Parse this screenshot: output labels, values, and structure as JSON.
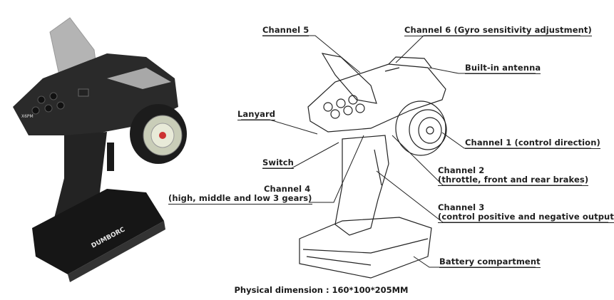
{
  "labels": {
    "channel5": "Channel 5",
    "channel6": "Channel 6 (Gyro sensitivity adjustment)",
    "antenna": "Built-in antenna",
    "lanyard": "Lanyard",
    "switch": "Switch",
    "channel4_title": "Channel 4",
    "channel4_desc": "(high, middle and low 3 gears)",
    "channel1": "Channel 1 (control direction)",
    "channel2_title": "Channel 2",
    "channel2_desc": "(throttle, front and rear brakes)",
    "channel3_title": "Channel 3",
    "channel3_desc": "(control positive and negative output)",
    "battery": "Battery compartment"
  },
  "dimensions": "Physical dimension : 160*100*205MM",
  "photo": {
    "brand_text": "DUMBORC",
    "model_text": "X6PM"
  }
}
